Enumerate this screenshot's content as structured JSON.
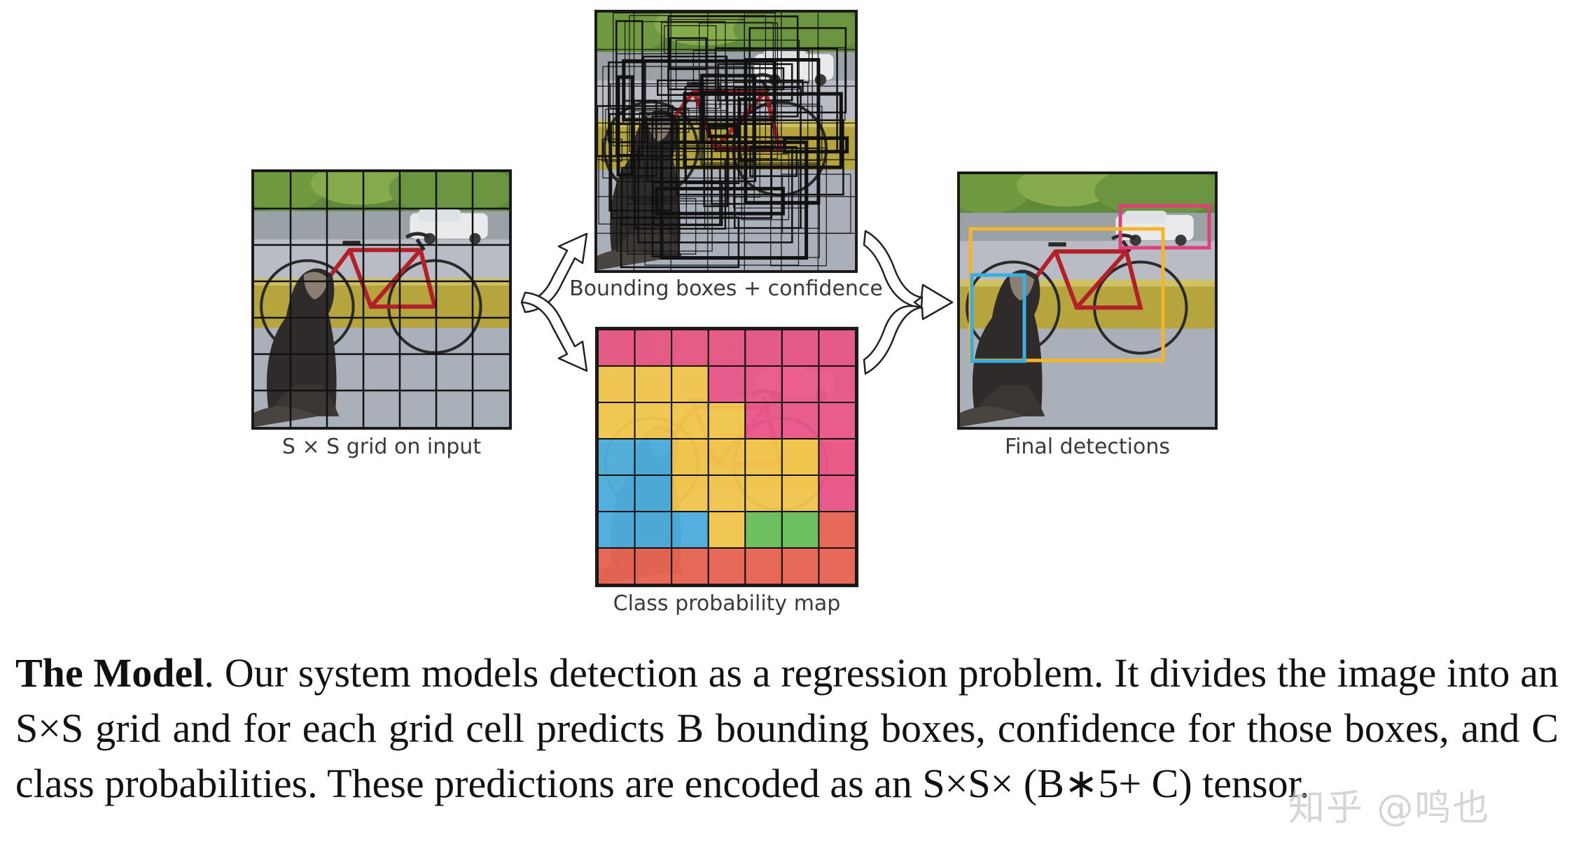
{
  "figure": {
    "captions": {
      "input": "S × S grid on input",
      "boxes": "Bounding boxes + confidence",
      "class_map": "Class probability map",
      "final": "Final detections"
    },
    "class_map_colors": {
      "magenta": "#e8447d",
      "yellow": "#f2c13a",
      "blue": "#3aa7dc",
      "green": "#58b948",
      "red": "#e8533f"
    },
    "class_map_grid": [
      [
        "magenta",
        "magenta",
        "magenta",
        "magenta",
        "magenta",
        "magenta",
        "magenta"
      ],
      [
        "yellow",
        "yellow",
        "yellow",
        "magenta",
        "magenta",
        "magenta",
        "magenta"
      ],
      [
        "yellow",
        "yellow",
        "yellow",
        "yellow",
        "magenta",
        "magenta",
        "magenta"
      ],
      [
        "blue",
        "blue",
        "yellow",
        "yellow",
        "yellow",
        "yellow",
        "magenta"
      ],
      [
        "blue",
        "blue",
        "yellow",
        "yellow",
        "yellow",
        "yellow",
        "magenta"
      ],
      [
        "blue",
        "blue",
        "blue",
        "yellow",
        "green",
        "green",
        "red"
      ],
      [
        "red",
        "red",
        "red",
        "red",
        "red",
        "red",
        "red"
      ]
    ],
    "final_box_colors": {
      "bicycle": "#f3b52a",
      "dog": "#3aaee0",
      "car": "#e0407a"
    }
  },
  "paragraph": {
    "title": "The Model",
    "text": ". Our system models detection as a regression problem. It divides the image into an S×S grid and for each grid cell predicts B bounding boxes, confidence for those boxes, and C class probabilities. These predictions are encoded as an S×S× (B∗5+ C) tensor."
  },
  "watermark": "知乎 @鸣也"
}
